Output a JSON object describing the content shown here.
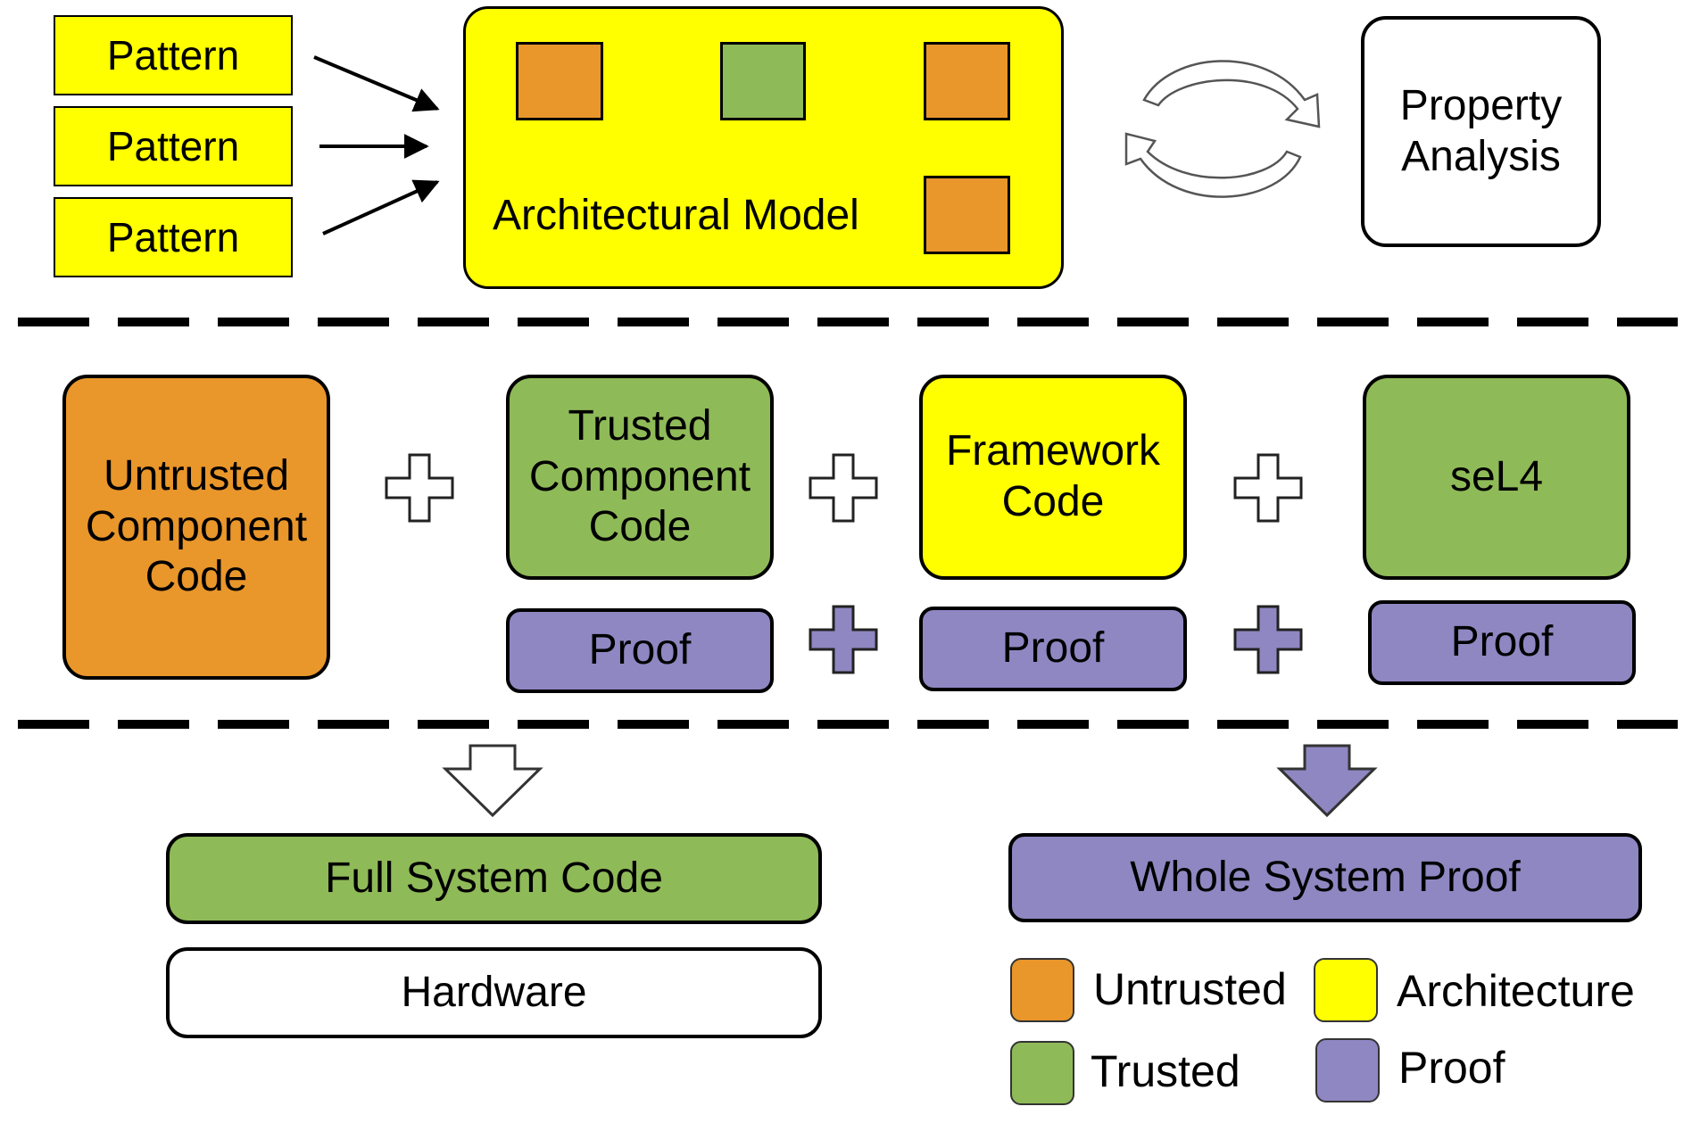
{
  "colors": {
    "untrusted": "#e9962a",
    "trusted": "#8fba58",
    "architecture": "#ffff00",
    "proof": "#8f87c2"
  },
  "top": {
    "patterns": [
      "Pattern",
      "Pattern",
      "Pattern"
    ],
    "model_label": "Architectural Model",
    "analysis_label": "Property Analysis"
  },
  "middle": {
    "untrusted_label": "Untrusted Component Code",
    "trusted_label": "Trusted Component Code",
    "framework_label": "Framework Code",
    "sel4_label": "seL4",
    "proof_label": "Proof"
  },
  "bottom": {
    "full_system_label": "Full System Code",
    "hardware_label": "Hardware",
    "whole_proof_label": "Whole System Proof"
  },
  "legend": [
    {
      "label": "Untrusted",
      "color": "#e9962a"
    },
    {
      "label": "Architecture",
      "color": "#ffff00"
    },
    {
      "label": "Trusted",
      "color": "#8fba58"
    },
    {
      "label": "Proof",
      "color": "#8f87c2"
    }
  ]
}
